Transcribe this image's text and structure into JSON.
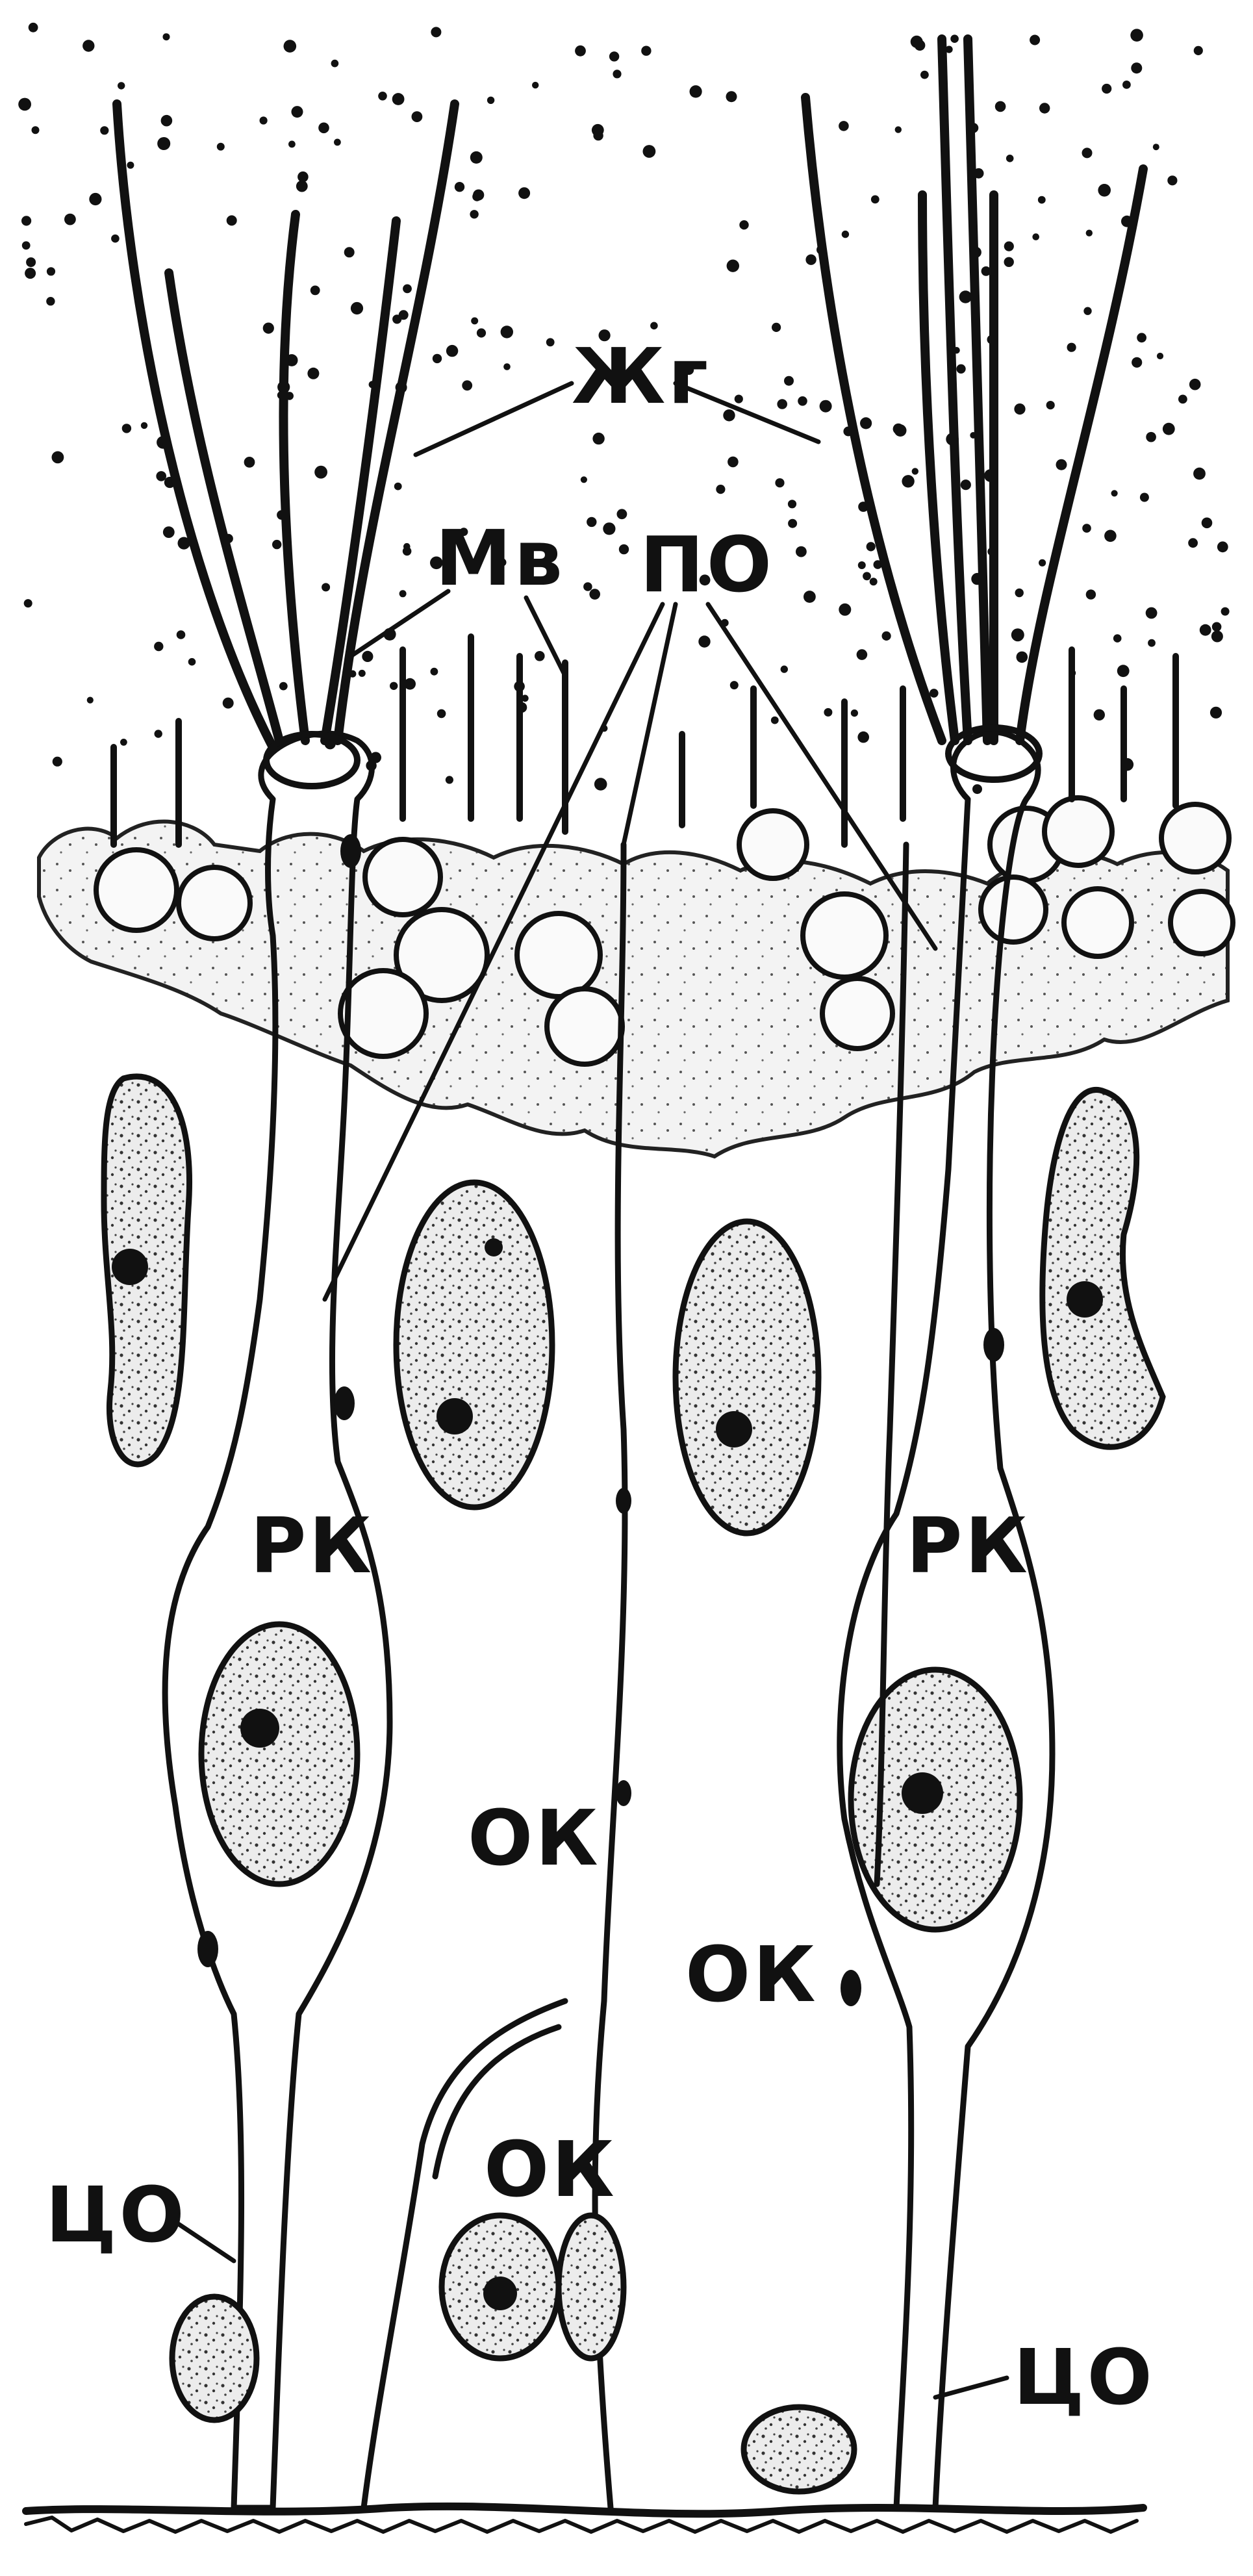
{
  "labels": {
    "zhg": "Жг",
    "mv": "Мв",
    "po": "ПО",
    "rk_left": "РК",
    "rk_right": "РК",
    "ok_center": "ОК",
    "ok_right": "ОК",
    "ok_lower": "ОК",
    "co_left": "ЦО",
    "co_right": "ЦО"
  },
  "colors": {
    "ink": "#111111",
    "nucleus_fill": "#d9d9d9",
    "background": "#ffffff"
  }
}
